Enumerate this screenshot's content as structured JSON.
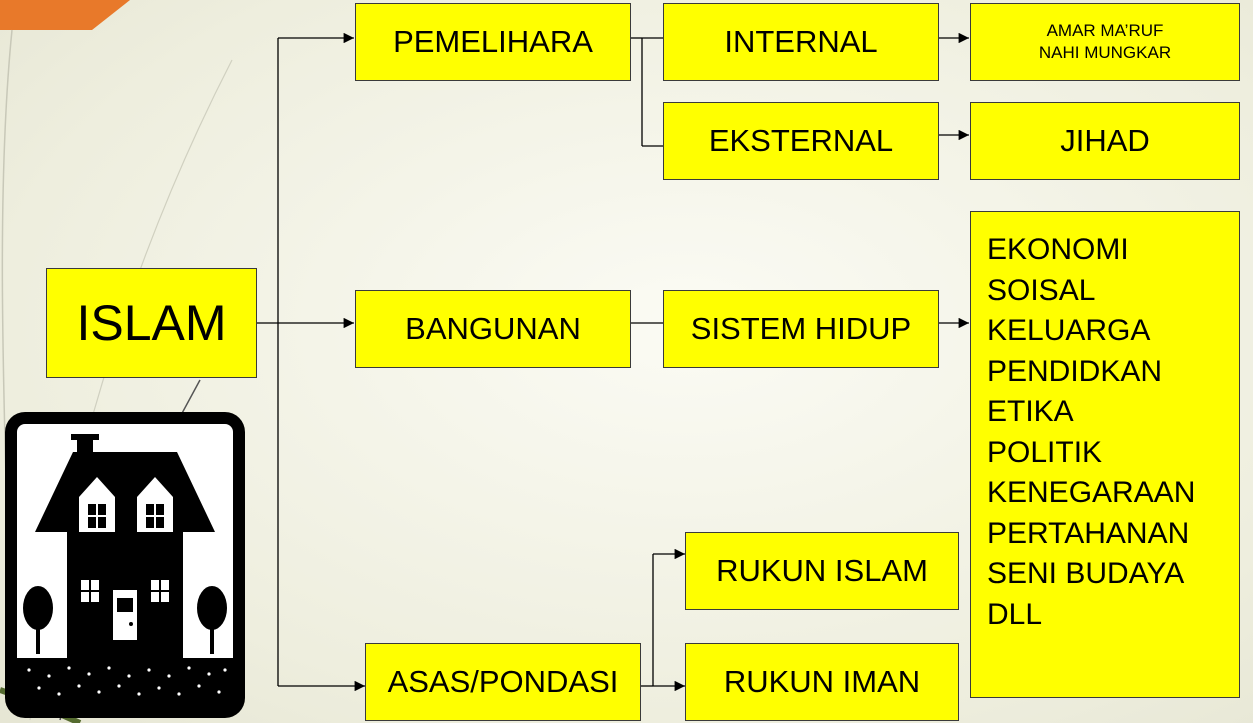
{
  "colors": {
    "box_fill": "#ffff00",
    "box_border": "#3a3a3a",
    "accent": "#e8792a",
    "line": "#000000"
  },
  "nodes": {
    "islam": "ISLAM",
    "pemelihara": "PEMELIHARA",
    "internal": "INTERNAL",
    "amar": "AMAR MA’RUF",
    "nahi": "NAHI MUNGKAR",
    "eksternal": "EKSTERNAL",
    "jihad": "JIHAD",
    "bangunan": "BANGUNAN",
    "sistem_hidup": "SISTEM HIDUP",
    "asas": "ASAS/PONDASI",
    "rukun_islam": "RUKUN ISLAM",
    "rukun_iman": "RUKUN IMAN"
  },
  "sistem_list": [
    "EKONOMI",
    "SOISAL",
    "KELUARGA",
    "PENDIDKAN",
    "ETIKA",
    "POLITIK",
    "KENEGARAAN",
    "PERTAHANAN",
    "SENI BUDAYA",
    "DLL"
  ],
  "icons": {
    "house": "house-icon"
  }
}
